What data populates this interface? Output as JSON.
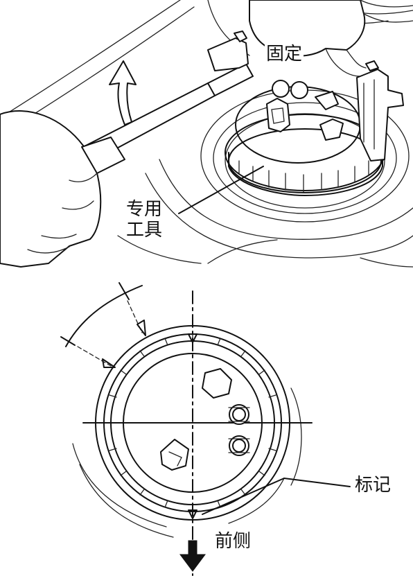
{
  "labels": {
    "fixed": "固定",
    "special_tool_line1": "专用",
    "special_tool_line2": "工具",
    "mark": "标记",
    "front_side": "前侧"
  },
  "colors": {
    "ink": "#111111",
    "background": "#ffffff"
  },
  "icons": {
    "rotate_arrow": "rotation-arrow-icon",
    "front_arrow": "down-arrow-icon"
  }
}
